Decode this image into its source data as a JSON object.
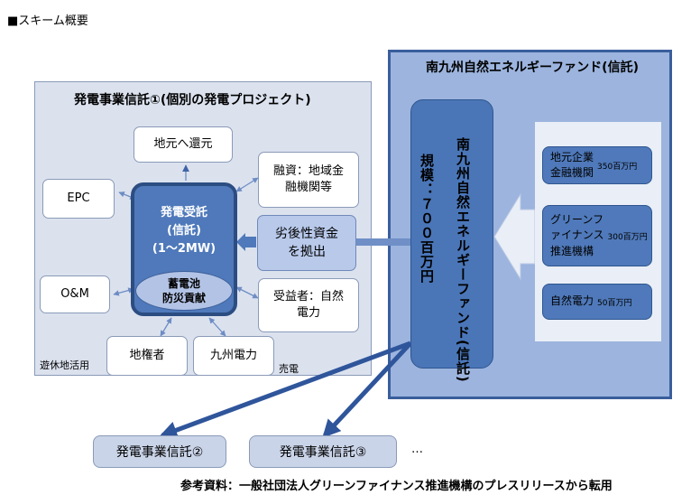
{
  "heading": "■スキーム概要",
  "left_panel": {
    "title": "発電事業信託①(個別の発電プロジェクト)",
    "return_local": "地元へ還元",
    "epc": "EPC",
    "om": "O&M",
    "loan": "融資：地域金融機関等",
    "subordinated": "劣後性資金を拠出",
    "beneficiary": "受益者：自然電力",
    "landowner": "地権者",
    "kyushu_power": "九州電力",
    "idle_land": "遊休地活用",
    "sell_power": "売電",
    "center_line1": "発電受託",
    "center_line2": "(信託)",
    "center_line3": "(1～2MW)",
    "battery_line1": "蓄電池",
    "battery_line2": "防災貢献"
  },
  "right_panel": {
    "title": "南九州自然エネルギーファンド(信託)",
    "fund_vertical": "南九州自然エネルギーファンド(信託)",
    "scale_vertical": "規模：７００百万円",
    "investors": [
      {
        "name": "地元企業\n金融機関",
        "amount": "350百万円"
      },
      {
        "name": "グリーンフ\nァイナンス\n推進機構",
        "amount": "300百万円"
      },
      {
        "name": "自然電力",
        "amount": "50百万円"
      }
    ]
  },
  "bottom": {
    "trust2": "発電事業信託②",
    "trust3": "発電事業信託③",
    "ellipsis": "…"
  },
  "footer": "参考資料：一般社団法人グリーンファイナンス推進機構のプレスリリースから転用"
}
